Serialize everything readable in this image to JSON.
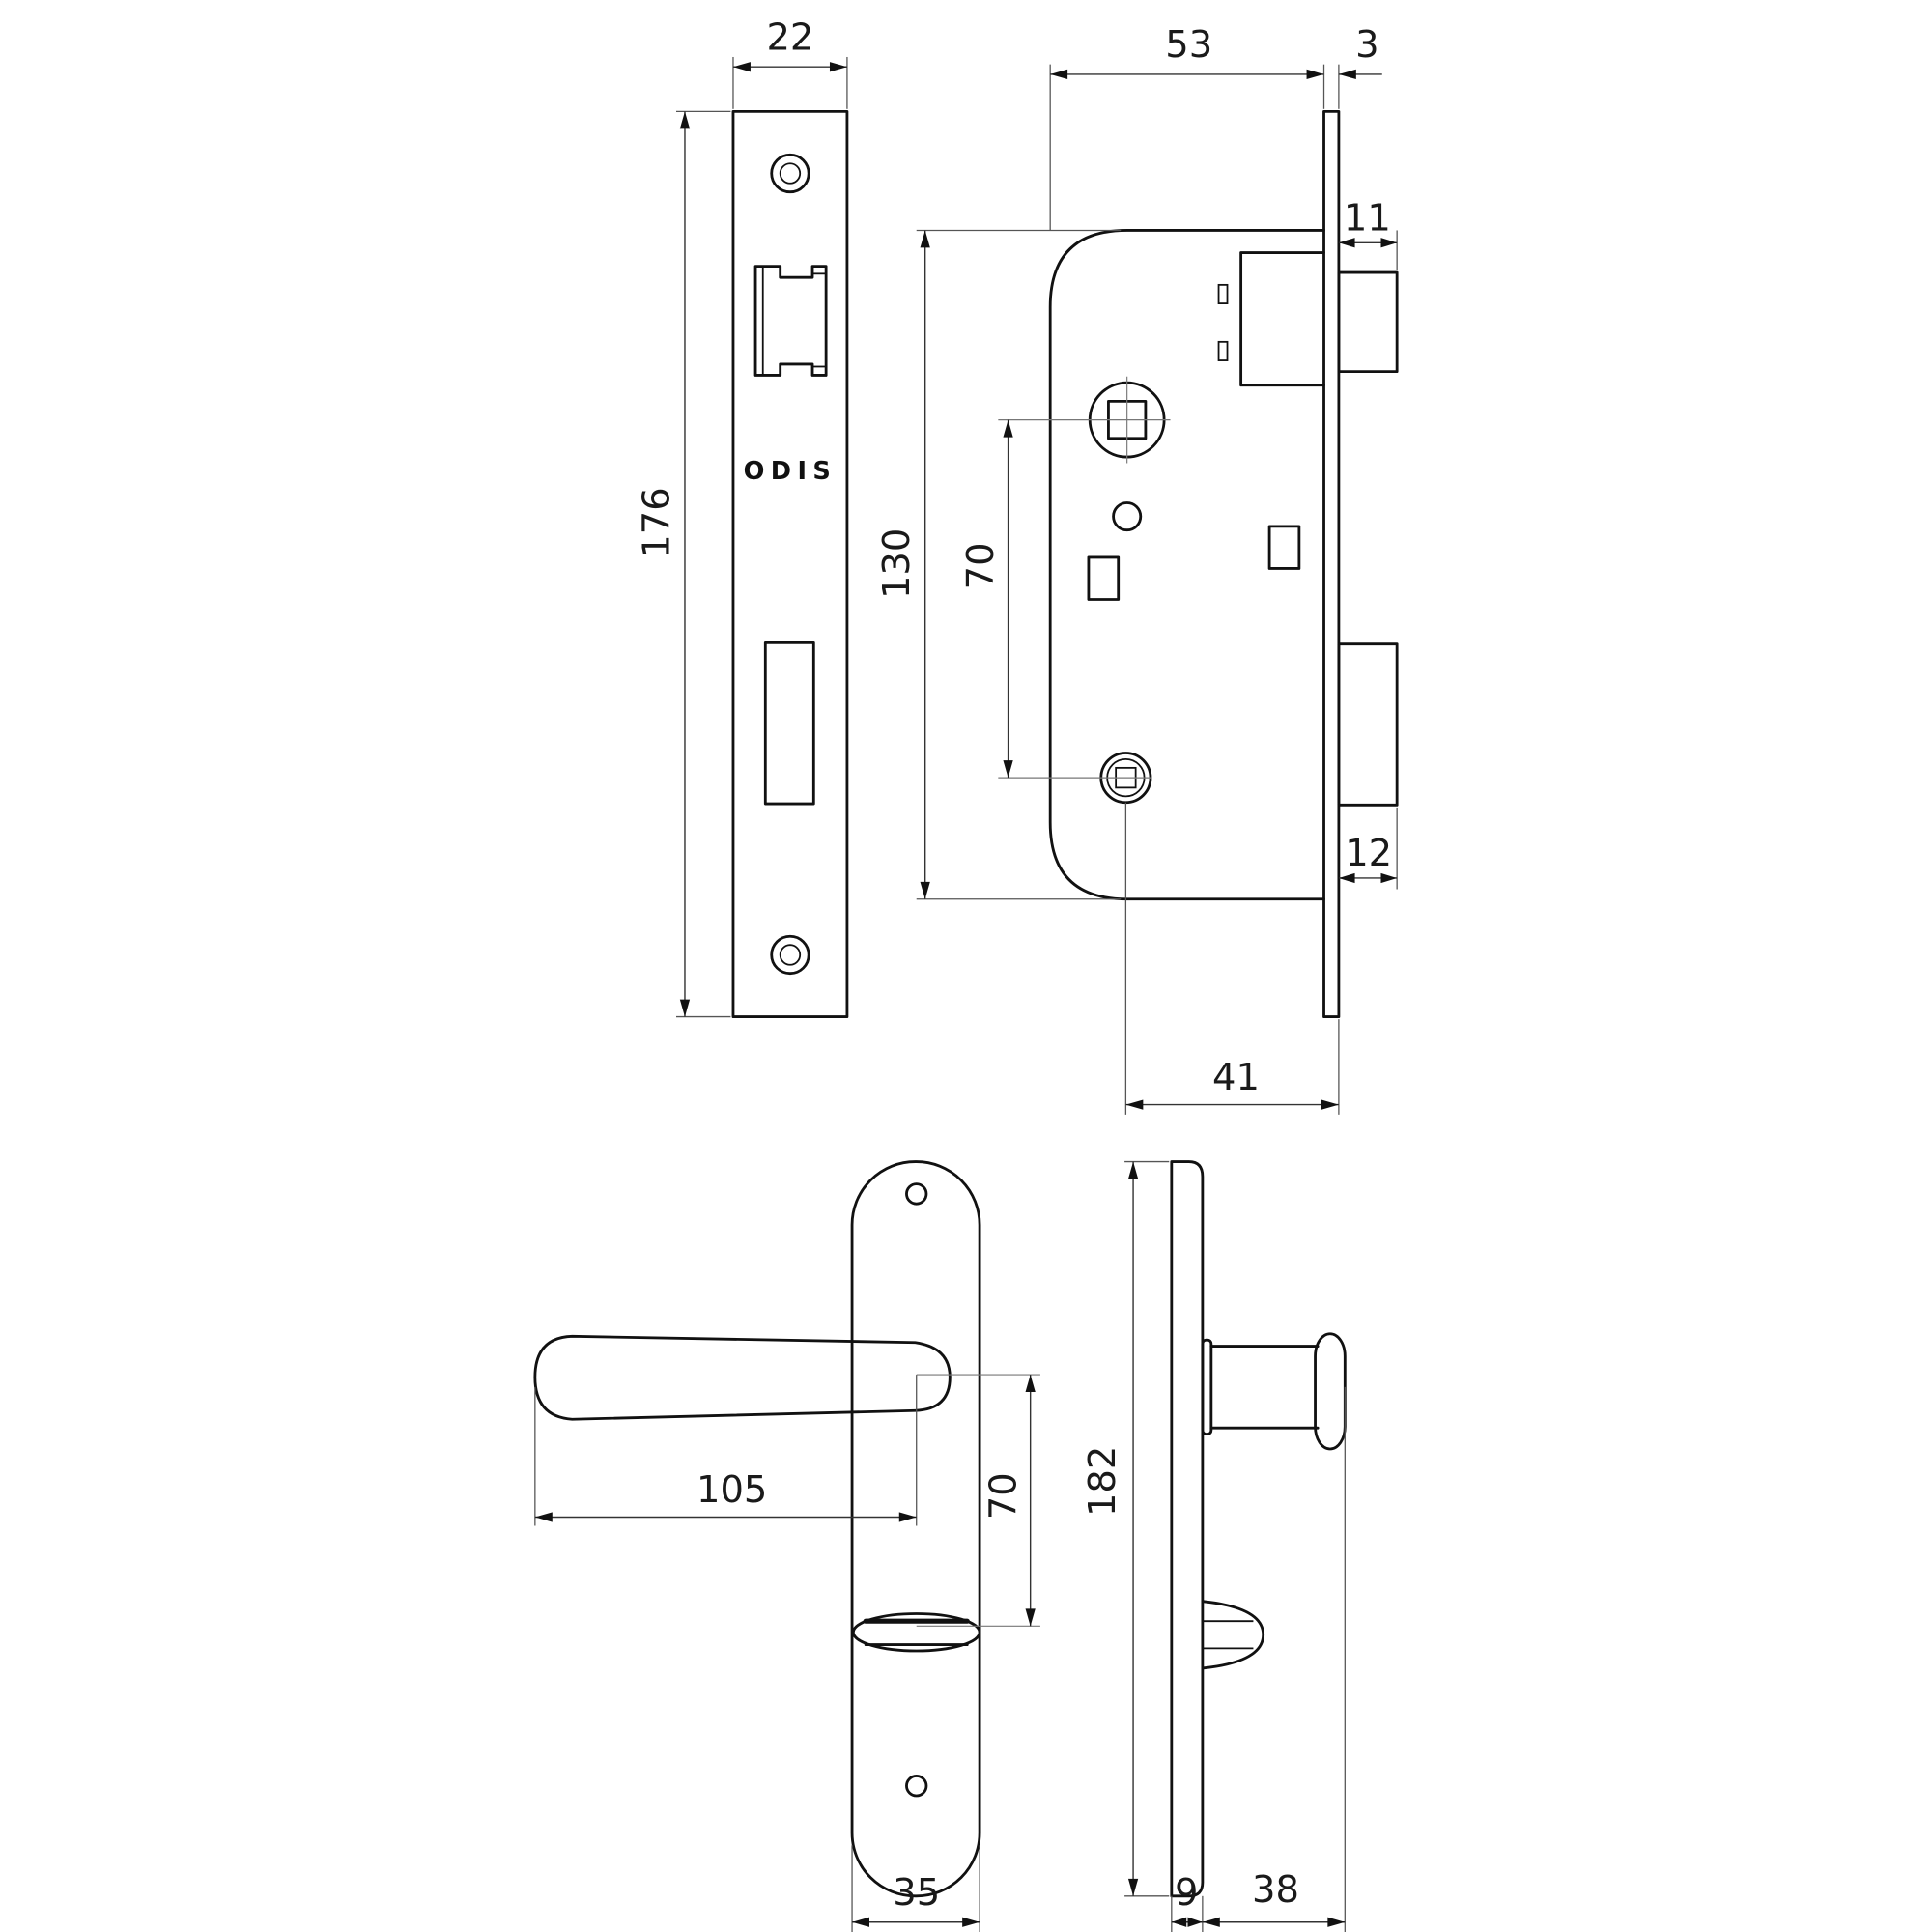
{
  "drawing": {
    "subject": "Mortise lock with lever handle on backplate",
    "line_color": "#111111",
    "background": "#ffffff"
  },
  "faceplate_view": {
    "logo_text": "ODIS",
    "dimensions": {
      "width": "22",
      "height": "176"
    }
  },
  "lock_body_view": {
    "dimensions": {
      "body_depth": "53",
      "faceplate_thickness": "3",
      "latch_projection": "11",
      "body_height": "130",
      "spindle_to_cylinder": "70",
      "deadbolt_projection": "12",
      "backset": "41"
    }
  },
  "handle_front_view": {
    "dimensions": {
      "lever_length": "105",
      "handle_to_turn_centers": "70",
      "plate_width": "35"
    }
  },
  "handle_side_view": {
    "dimensions": {
      "plate_height": "182",
      "plate_thickness": "9",
      "lever_projection": "38"
    }
  }
}
